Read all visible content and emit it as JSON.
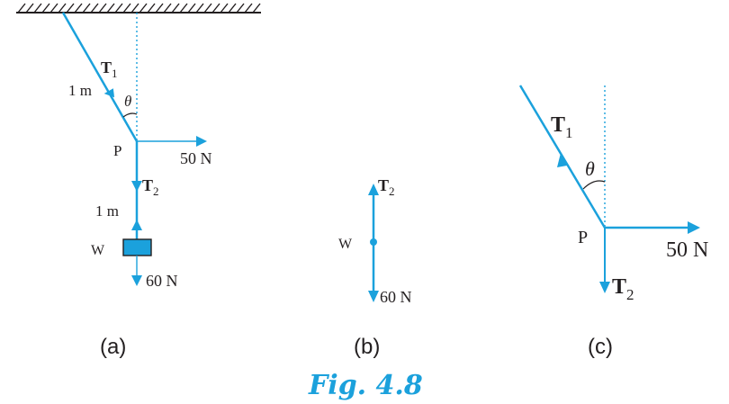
{
  "colors": {
    "line": "#1ba1dc",
    "text": "#231f20",
    "caption_blue": "#1ba1dc",
    "block_fill": "#1ba1dc"
  },
  "diagram_a": {
    "label_T1": "T",
    "label_T1_sub": "1",
    "label_1m_top": "1 m",
    "label_theta": "θ",
    "label_P": "P",
    "label_50N": "50 N",
    "label_T2": "T",
    "label_T2_sub": "2",
    "label_1m_bottom": "1 m",
    "label_W": "W",
    "label_60N": "60 N",
    "caption": "(a)"
  },
  "diagram_b": {
    "label_T2": "T",
    "label_T2_sub": "2",
    "label_W": "W",
    "label_60N": "60 N",
    "caption": "(b)"
  },
  "diagram_c": {
    "label_T1": "T",
    "label_T1_sub": "1",
    "label_theta": "θ",
    "label_P": "P",
    "label_50N": "50 N",
    "label_T2": "T",
    "label_T2_sub": "2",
    "caption": "(c)"
  },
  "figure_caption": "Fig. 4.8"
}
